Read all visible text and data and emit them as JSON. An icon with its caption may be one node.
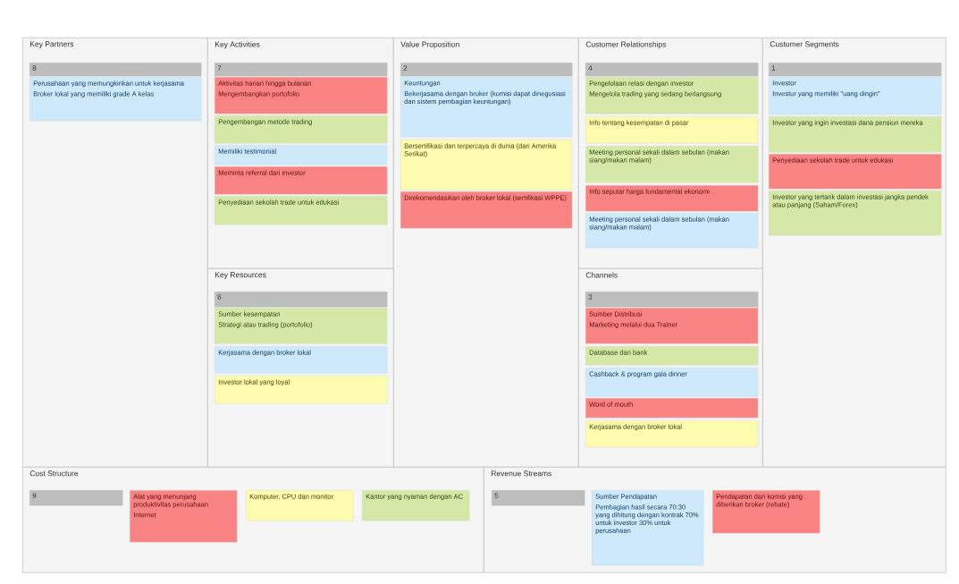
{
  "diagram": {
    "nodes": [
      {
        "text": [
          "Key Partners"
        ]
      },
      {
        "text": [
          "8"
        ],
        "in": 0
      },
      {
        "text": [
          "Perusahaan yang memungkinkan untuk kerjasama",
          "Broker lokal yang memiliki grade A kelas"
        ],
        "in": 0
      },
      {
        "text": [
          "Key Activities"
        ]
      },
      {
        "text": [
          "7"
        ],
        "in": 3
      },
      {
        "text": [
          "Aktivitas harian hingga bulanan",
          "Mengembangkan portofolio"
        ],
        "in": 3
      },
      {
        "text": [
          "Pengembangan metode trading"
        ],
        "in": 3
      },
      {
        "text": [
          "Memiliki testimonial"
        ],
        "in": 3
      },
      {
        "text": [
          "Meminta referral dari investor"
        ],
        "in": 3
      },
      {
        "text": [
          "Penyediaan sekolah trade untuk edukasi"
        ],
        "in": 3
      },
      {
        "text": [
          "Value Proposition"
        ]
      },
      {
        "text": [
          "2"
        ],
        "in": 10
      },
      {
        "text": [
          "Keuntungan",
          "Bekerjasama dengan broker (komisi dapat dinegosiasi dan sistem pembagian keuntungan)"
        ],
        "in": 10
      },
      {
        "text": [
          "Bersertifikasi dan terpercaya di dunia (dari Amerika Serikat)"
        ],
        "in": 10
      },
      {
        "text": [
          "Direkomendasikan oleh broker lokal (sertifikasi WPPE)"
        ],
        "in": 10
      },
      {
        "text": [
          "Customer Relationships"
        ]
      },
      {
        "text": [
          "4"
        ],
        "in": 15
      },
      {
        "text": [
          "Pengelolaan relasi dengan investor",
          "Mengelola trading yang sedang berlangsung"
        ],
        "in": 15
      },
      {
        "text": [
          "Info tentang kesempatan di pasar"
        ],
        "in": 15
      },
      {
        "text": [
          "Meeting personal sekali dalam sebulan (makan siang/makan malam)"
        ],
        "in": 15
      },
      {
        "text": [
          "Info seputar harga fundamental ekonomi"
        ],
        "in": 15
      },
      {
        "text": [
          "Meeting personal sekali dalam sebulan (makan siang/makan malam)"
        ],
        "in": 15
      },
      {
        "text": [
          "Customer Segments"
        ]
      },
      {
        "text": [
          "1"
        ],
        "in": 22
      },
      {
        "text": [
          "Investor",
          "Investor yang memiliki \"uang dingin\""
        ],
        "in": 22
      },
      {
        "text": [
          "Investor yang ingin investasi dana pensiun mereka"
        ],
        "in": 22
      },
      {
        "text": [
          "Penyediaan sekolah trade untuk edukasi"
        ],
        "in": 22
      },
      {
        "text": [
          "Investor yang tertarik dalam investasi jangka pendek atau panjang (Saham/Forex)"
        ],
        "in": 22
      },
      {
        "text": [
          "Key Resources"
        ]
      },
      {
        "text": [
          "6"
        ],
        "in": 28
      },
      {
        "text": [
          "Sumber kesempatan",
          "Strategi atau trading (portofolio)"
        ],
        "in": 28
      },
      {
        "text": [
          "Kerjasama dengan broker lokal"
        ],
        "in": 28
      },
      {
        "text": [
          "Investor lokal yang loyal"
        ],
        "in": 28
      },
      {
        "text": [
          "Channels"
        ]
      },
      {
        "text": [
          "3"
        ],
        "in": 33
      },
      {
        "text": [
          "Sumber Distribusi",
          "Marketing melalui dua Trainer"
        ],
        "in": 33
      },
      {
        "text": [
          "Database dari bank"
        ],
        "in": 33
      },
      {
        "text": [
          "Cashback & program gala dinner"
        ],
        "in": 33
      },
      {
        "text": [
          "Word of mouth"
        ],
        "in": 33
      },
      {
        "text": [
          "Kerjasama dengan broker lokal"
        ],
        "in": 33
      },
      {
        "text": [
          "Cost Structure"
        ]
      },
      {
        "text": [
          "9"
        ],
        "in": 40
      },
      {
        "text": [
          "Alat yang menunjang produktivitas perusahaan",
          "Internet"
        ],
        "in": 40
      },
      {
        "text": [
          "Komputer, CPU dan monitor"
        ],
        "in": 40
      },
      {
        "text": [
          "Kantor yang nyaman dengan AC"
        ],
        "in": 40
      },
      {
        "text": [
          "Revenue Streams"
        ]
      },
      {
        "text": [
          "5"
        ],
        "in": 45
      },
      {
        "text": [
          "Sumber Pendapatan",
          "Pembagian hasil secara 70:30 yang dihitung dengan kontrak 70% untuk investor 30% untuk perusahaan"
        ],
        "in": 45
      },
      {
        "text": [
          "Pendapatan dari komisi yang diberikan broker (rebate)"
        ],
        "in": 45
      }
    ]
  }
}
